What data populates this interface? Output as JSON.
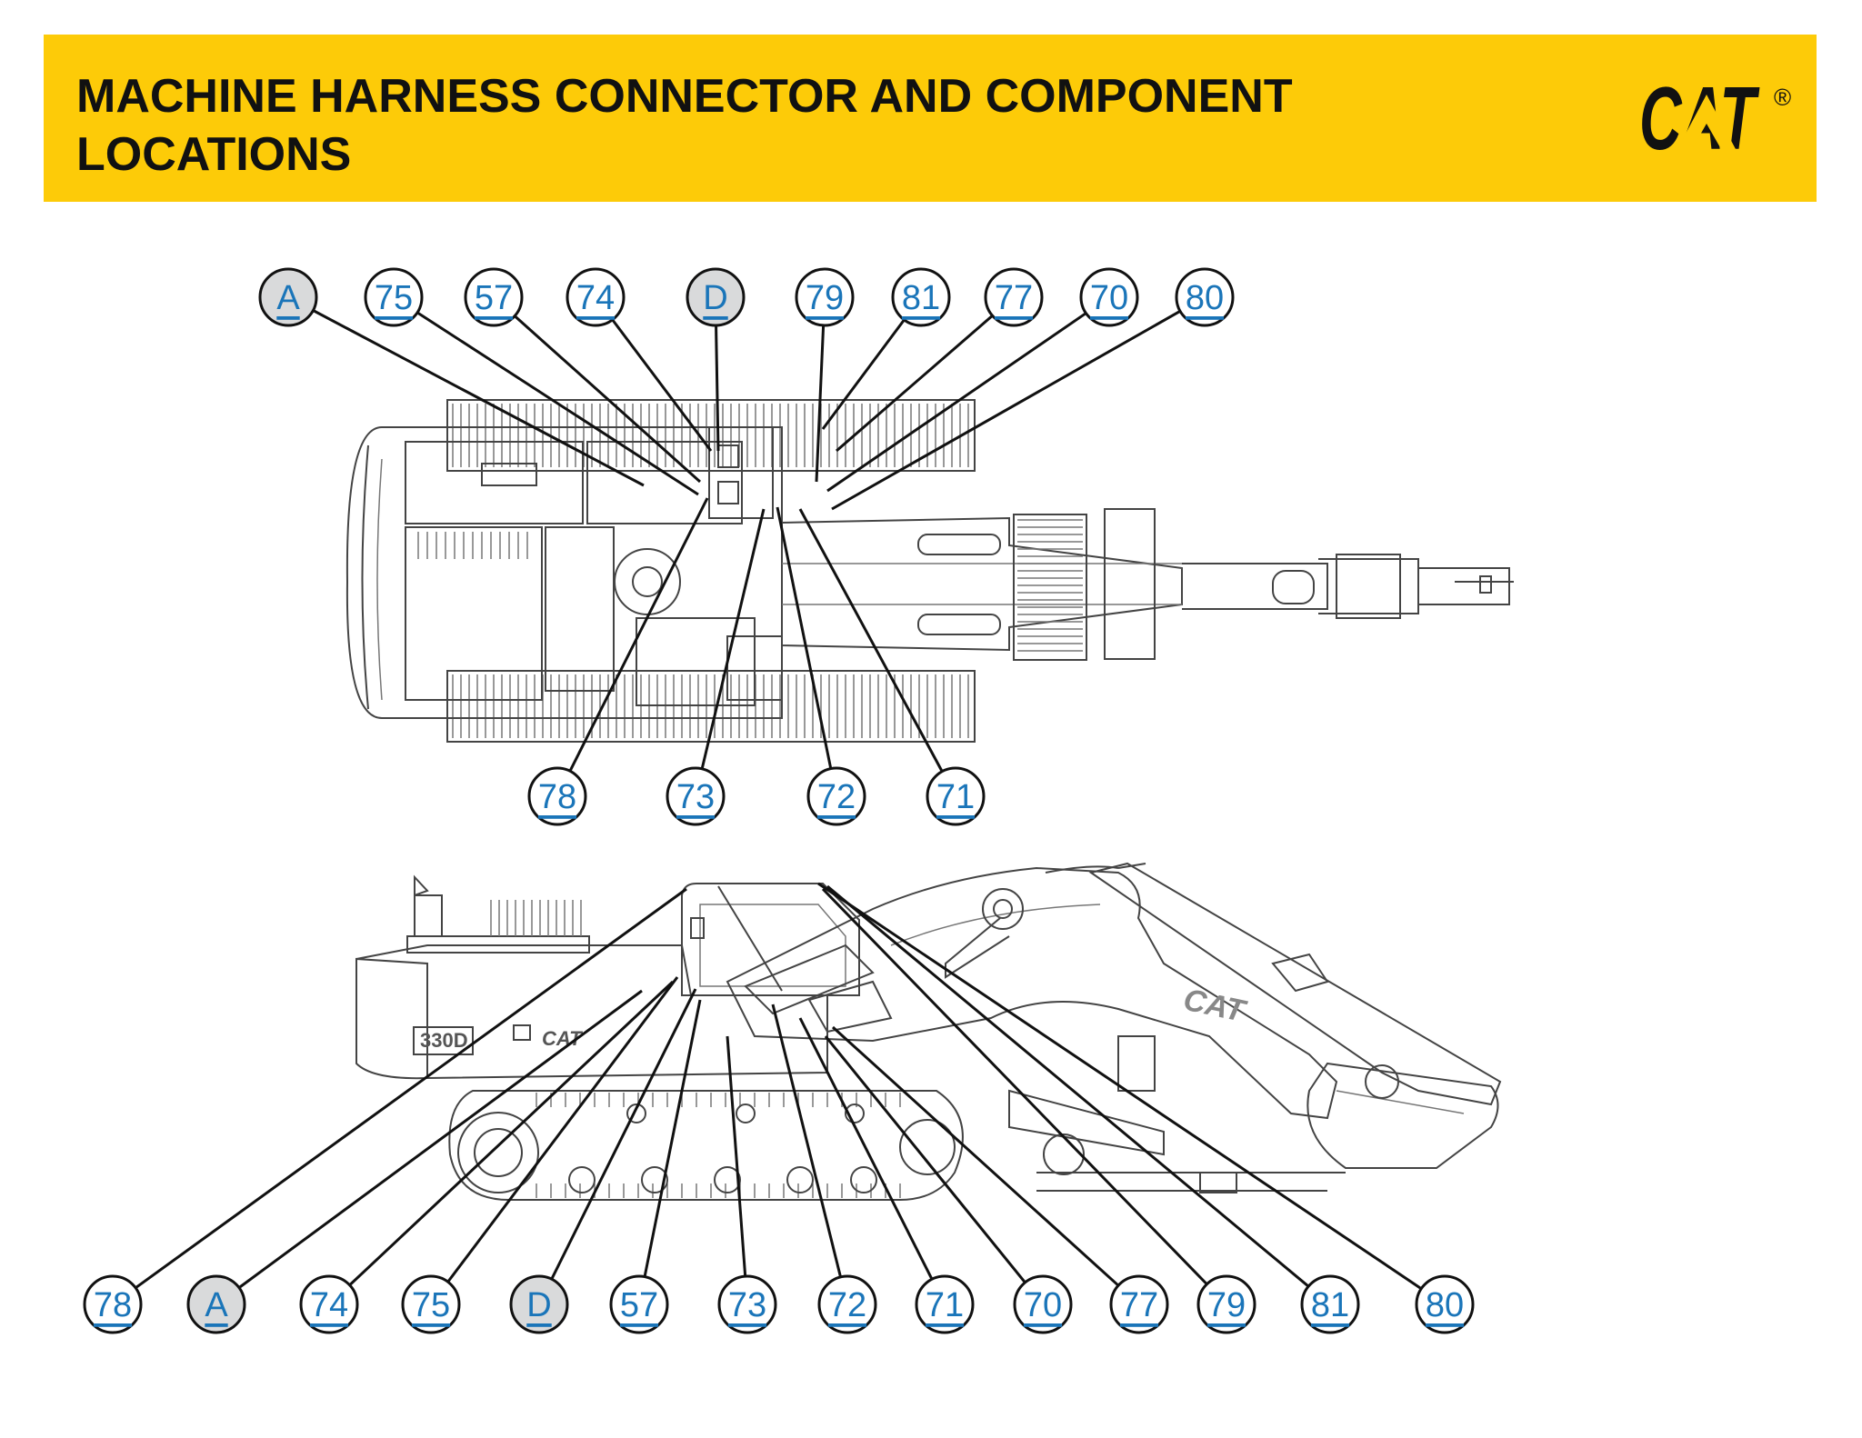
{
  "header": {
    "title": "MACHINE HARNESS CONNECTOR AND COMPONENT LOCATIONS",
    "logo_text": "CAT",
    "logo_mark": "®"
  },
  "colors": {
    "header_bg": "#fdcb08",
    "link": "#1a75b9",
    "callout_grey": "#d9dadb"
  },
  "machine": {
    "side_model": "330D",
    "side_brand": "CAT",
    "boom_brand": "CAT"
  },
  "top_view": {
    "upper_callouts": [
      {
        "label": "A",
        "grey": true
      },
      {
        "label": "75",
        "grey": false
      },
      {
        "label": "57",
        "grey": false
      },
      {
        "label": "74",
        "grey": false
      },
      {
        "label": "D",
        "grey": true
      },
      {
        "label": "79",
        "grey": false
      },
      {
        "label": "81",
        "grey": false
      },
      {
        "label": "77",
        "grey": false
      },
      {
        "label": "70",
        "grey": false
      },
      {
        "label": "80",
        "grey": false
      }
    ],
    "lower_callouts": [
      {
        "label": "78",
        "grey": false
      },
      {
        "label": "73",
        "grey": false
      },
      {
        "label": "72",
        "grey": false
      },
      {
        "label": "71",
        "grey": false
      }
    ]
  },
  "side_view": {
    "callouts": [
      {
        "label": "78",
        "grey": false
      },
      {
        "label": "A",
        "grey": true
      },
      {
        "label": "74",
        "grey": false
      },
      {
        "label": "75",
        "grey": false
      },
      {
        "label": "D",
        "grey": true
      },
      {
        "label": "57",
        "grey": false
      },
      {
        "label": "73",
        "grey": false
      },
      {
        "label": "72",
        "grey": false
      },
      {
        "label": "71",
        "grey": false
      },
      {
        "label": "70",
        "grey": false
      },
      {
        "label": "77",
        "grey": false
      },
      {
        "label": "79",
        "grey": false
      },
      {
        "label": "81",
        "grey": false
      },
      {
        "label": "80",
        "grey": false
      }
    ]
  }
}
